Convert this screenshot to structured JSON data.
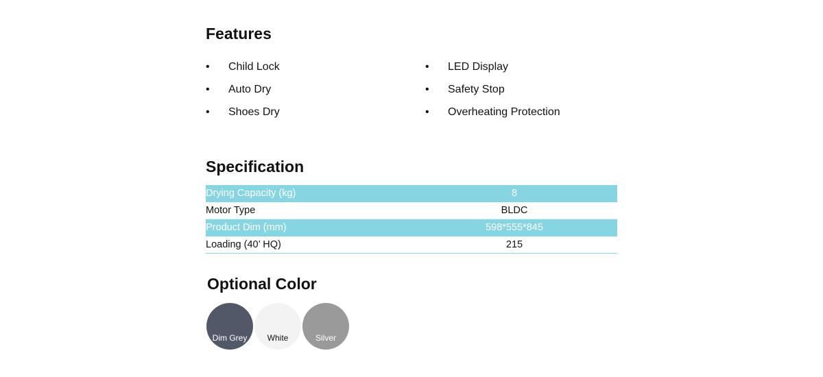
{
  "features": {
    "title": "Features",
    "bullet": "•",
    "left": [
      "Child Lock",
      "Auto Dry",
      "Shoes Dry"
    ],
    "right": [
      "LED Display",
      "Safety Stop",
      "Overheating Protection"
    ]
  },
  "specification": {
    "title": "Specification",
    "rows": [
      {
        "label": "Drying Capacity (kg)",
        "value": "8"
      },
      {
        "label": "Motor Type",
        "value": "BLDC"
      },
      {
        "label": "Product Dim (mm)",
        "value": "598*555*845"
      },
      {
        "label": "Loading (40’ HQ)",
        "value": "215"
      }
    ],
    "highlight_color": "#85d5e3"
  },
  "colors": {
    "title": "Optional Color",
    "options": [
      {
        "name": "Dim Grey",
        "hex": "#525868",
        "text": "#ffffff"
      },
      {
        "name": "White",
        "hex": "#f3f3f4",
        "text": "#111111"
      },
      {
        "name": "Silver",
        "hex": "#9a9a9a",
        "text": "#ffffff"
      }
    ]
  }
}
